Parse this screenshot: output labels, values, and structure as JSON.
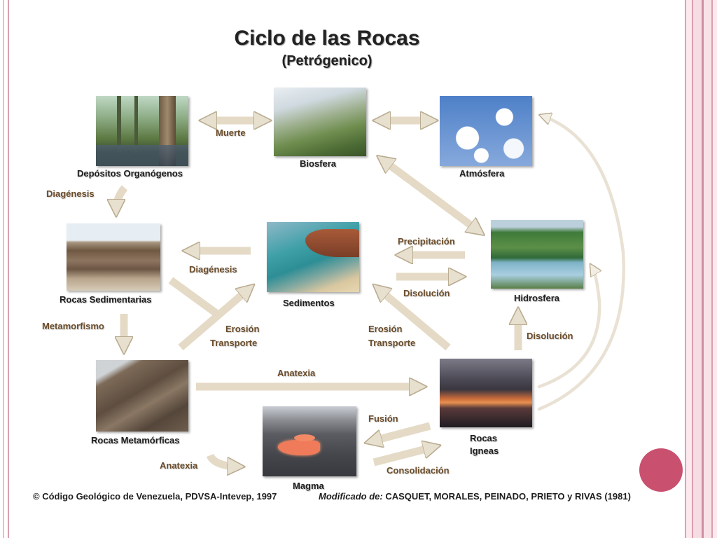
{
  "title": "Ciclo de las Rocas",
  "subtitle": "(Petrógenico)",
  "nodes": {
    "depositos": "Depósitos Organógenos",
    "biosfera": "Biosfera",
    "atmosfera": "Atmósfera",
    "rocas_sedimentarias": "Rocas Sedimentarias",
    "sedimentos": "Sedimentos",
    "hidrosfera": "Hidrosfera",
    "rocas_metamorficas": "Rocas Metamórficas",
    "magma": "Magma",
    "rocas_igneas_1": "Rocas",
    "rocas_igneas_2": "Igneas"
  },
  "processes": {
    "muerte": "Muerte",
    "diagenesis_1": "Diagénesis",
    "diagenesis_2": "Diagénesis",
    "precipitacion": "Precipitación",
    "disolucion_1": "Disolución",
    "disolucion_2": "Disolución",
    "metamorfismo": "Metamorfismo",
    "erosion_1": "Erosión",
    "transporte_1": "Transporte",
    "erosion_2": "Erosión",
    "transporte_2": "Transporte",
    "anatexia_1": "Anatexia",
    "anatexia_2": "Anatexia",
    "fusion": "Fusión",
    "consolidacion": "Consolidación"
  },
  "credit": {
    "left": "© Código Geológico de Venezuela, PDVSA-Intevep, 1997",
    "right_prefix": "Modificado de:",
    "right_authors": " CASQUET, MORALES, PEINADO, PRIETO y RIVAS (1981)"
  },
  "colors": {
    "arrow_fill": "#e8e0cf",
    "arrow_stroke": "#b9ab90",
    "accent": "#c9506f"
  }
}
